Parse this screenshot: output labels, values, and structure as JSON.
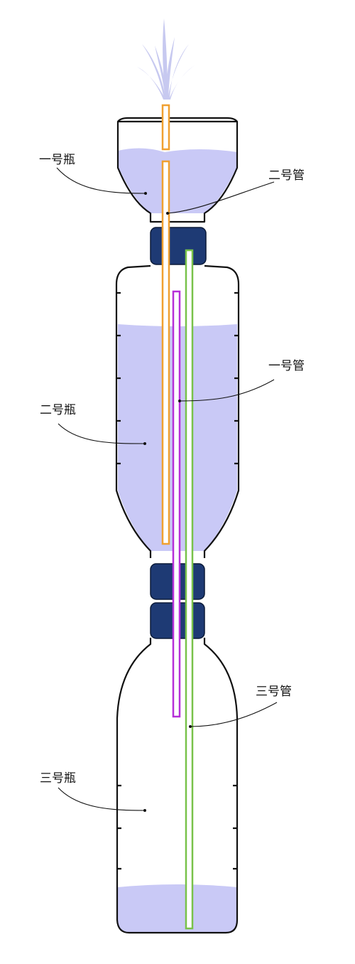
{
  "labels": {
    "bottle_1": "一号瓶",
    "bottle_2": "二号瓶",
    "bottle_3": "三号瓶",
    "tube_1": "一号管",
    "tube_2": "二号管",
    "tube_3": "三号管"
  },
  "colors": {
    "water": "#c9c9f6",
    "fountain_spray": "#c7c9f0",
    "cap": "#1e3a74",
    "bottle_outline": "#111111",
    "tube_1": "#b52fd8",
    "tube_2": "#f0a030",
    "tube_3": "#79c24a"
  }
}
